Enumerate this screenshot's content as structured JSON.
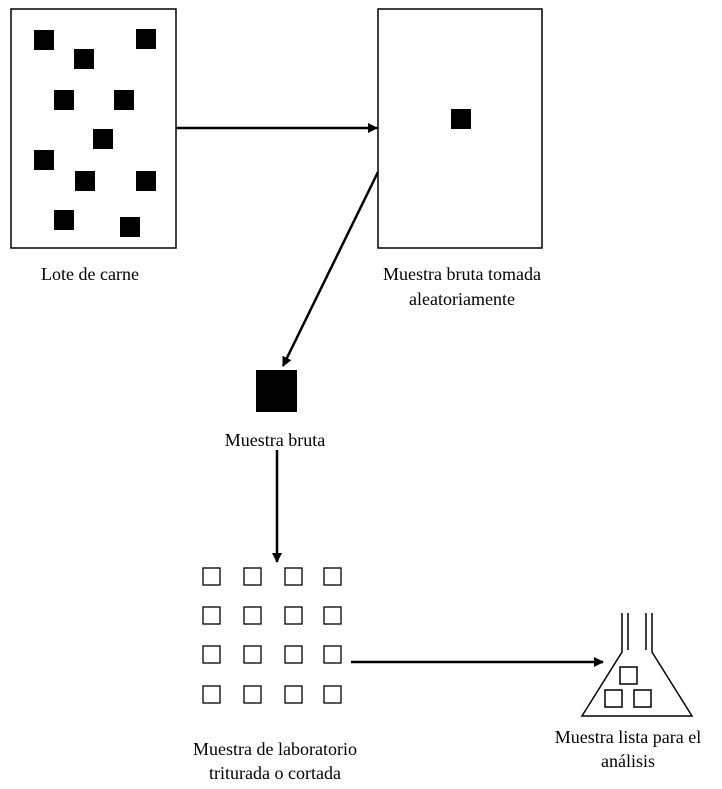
{
  "labels": {
    "lot": "Lote de carne",
    "random_sample_line1": "Muestra bruta tomada",
    "random_sample_line2": "aleatoriamente",
    "raw_sample": "Muestra bruta",
    "lab_sample_line1": "Muestra de laboratorio",
    "lab_sample_line2": "triturada o cortada",
    "ready_sample_line1": "Muestra lista para el",
    "ready_sample_line2": "análisis"
  },
  "colors": {
    "ink": "#000000",
    "background": "#ffffff"
  }
}
